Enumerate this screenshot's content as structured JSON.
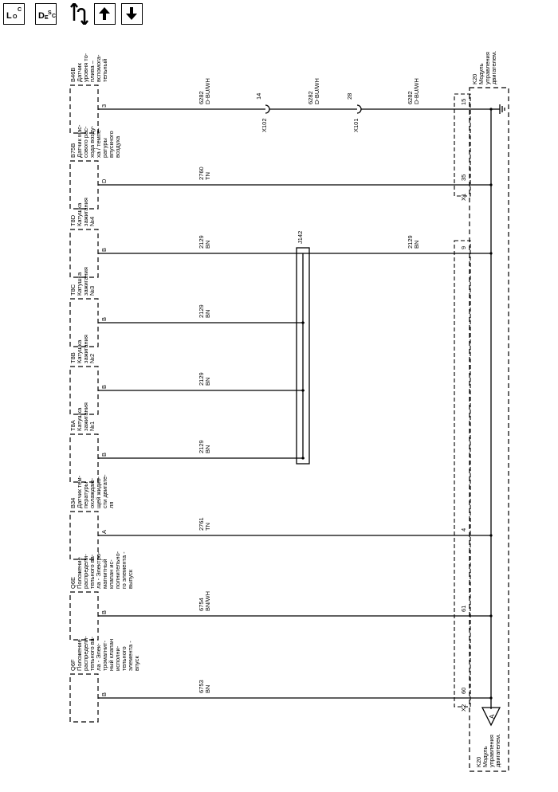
{
  "toolbar": {
    "loc_main": "L",
    "loc_sub": "O",
    "loc_sub2": "C",
    "desc_main": "D",
    "desc_sub": "E",
    "desc_sub2": "S",
    "desc_sub3": "C"
  },
  "module": {
    "top_label": [
      "K20",
      "Модуль",
      "управления",
      "двигателем."
    ],
    "bottom_label": [
      "K20",
      "Модуль",
      "управления",
      "двигателем."
    ],
    "bottom_pin": "A",
    "connector_x1": "X1",
    "connector_x2": "X2"
  },
  "splice": {
    "label": "J142"
  },
  "inline": [
    {
      "name": "X102",
      "pin": "14"
    },
    {
      "name": "X101",
      "pin": "28"
    }
  ],
  "rows": [
    {
      "id": "B46B",
      "desc": [
        "Датчик",
        "уровня то-",
        "плива –",
        "вспомога-",
        "тельный"
      ],
      "pin": "3",
      "wires": [
        [
          "6282",
          "D-BU/WH"
        ],
        [
          "6282",
          "D-BU/WH"
        ],
        [
          "6282",
          "D-BU/WH"
        ]
      ],
      "mpin": "15"
    },
    {
      "id": "B75B",
      "desc": [
        "Датчик мас-",
        "сового рас-",
        "хода возду-",
        "ха / темпе-",
        "ратуры",
        "впускного",
        "воздуха"
      ],
      "pin": "D",
      "wires": [
        [
          "2760",
          "TN"
        ]
      ],
      "mpin": "35"
    },
    {
      "id": "T8D",
      "desc": [
        "Катушка",
        "зажигания",
        "№4"
      ],
      "pin": "B",
      "wires": [
        [
          "2129",
          "BN"
        ],
        [
          "2129",
          "BN"
        ]
      ],
      "mpin": "9"
    },
    {
      "id": "T8C",
      "desc": [
        "Катушка",
        "зажигания",
        "№3"
      ],
      "pin": "B",
      "wires": [
        [
          "2129",
          "BN"
        ]
      ]
    },
    {
      "id": "T8B",
      "desc": [
        "Катушка",
        "зажигания",
        "№2"
      ],
      "pin": "B",
      "wires": [
        [
          "2129",
          "BN"
        ]
      ]
    },
    {
      "id": "T8A",
      "desc": [
        "Катушка",
        "зажигания",
        "№1"
      ],
      "pin": "B",
      "wires": [
        [
          "2129",
          "BN"
        ]
      ]
    },
    {
      "id": "B34",
      "desc": [
        "Датчик тем-",
        "пературы",
        "охлаждаю-",
        "щей жидко-",
        "сти двигате-",
        "ля"
      ],
      "pin": "A",
      "wires": [
        [
          "2761",
          "TN"
        ]
      ],
      "mpin": "4"
    },
    {
      "id": "Q6E",
      "desc": [
        "Положение",
        "распредели-",
        "тельного ва-",
        "ла - Электро-",
        "магнитный",
        "клапан ис-",
        "полнительно-",
        "го элемента -",
        "выпуск"
      ],
      "pin": "B",
      "wires": [
        [
          "6754",
          "BN/WH"
        ]
      ],
      "mpin": "61"
    },
    {
      "id": "Q6F",
      "desc": [
        "Положение",
        "распредели-",
        "тельного ва-",
        "ла - Элек-",
        "тромагнит-",
        "ный клапан",
        "исполни-",
        "тельного",
        "элемента -",
        "впуск"
      ],
      "pin": "B",
      "wires": [
        [
          "6753",
          "BN"
        ]
      ],
      "mpin": "60"
    }
  ]
}
